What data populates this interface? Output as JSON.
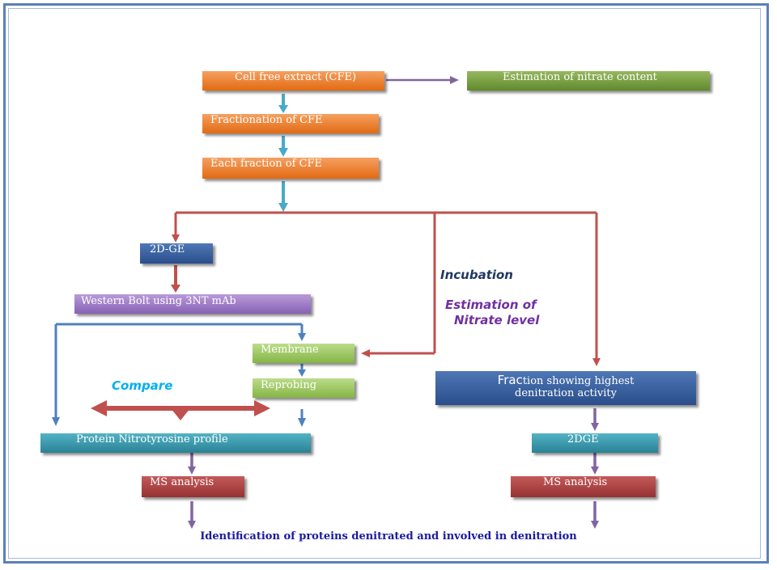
{
  "nodes": {
    "cfe": "Cell free extract (CFE)",
    "nitrate_estimation": "Estimation of nitrate content",
    "fractionation": "Fractionation of CFE",
    "each_fraction": "Each fraction of CFE",
    "gel_2dge": "2D-GE",
    "western_blot": "Western Bolt using 3NT mAb",
    "membrane": "Membrane",
    "reprobing": "Reprobing",
    "fraction_highest_prefix": "Frac",
    "fraction_highest_rest": "tion showing highest",
    "fraction_highest_line2": "denitration activity",
    "nitrotyrosine_profile": "Protein Nitrotyrosine profile",
    "ms_left": "MS analysis",
    "dge_right": "2DGE",
    "ms_right": "MS analysis"
  },
  "labels": {
    "incubation": "Incubation",
    "estimation_line1": "Estimation of",
    "estimation_line2": "Nitrate level",
    "compare": "Compare"
  },
  "footer": "Identification of proteins denitrated and involved in denitration",
  "colors": {
    "arrow_teal": "#4aa9c9",
    "arrow_red": "#c0504d",
    "arrow_purple": "#8064a2",
    "arrow_blue": "#4f81bd",
    "incubation_text": "#1f3864",
    "estimation_text": "#7030a0",
    "compare_text": "#00b0f0",
    "footer_text": "#1a1a9e"
  }
}
